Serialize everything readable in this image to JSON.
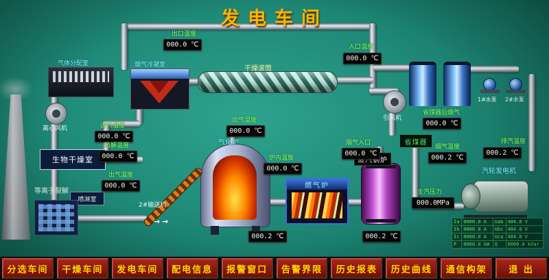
{
  "title": "发电车间",
  "nav": {
    "items": [
      "分选车间",
      "干燥车间",
      "发电车间",
      "配电信息",
      "报警窗口",
      "告警界限",
      "历史报表",
      "历史曲线",
      "通信构架",
      "退 出"
    ]
  },
  "equipment": {
    "gas_distribution": "气体分配室",
    "condenser": "烟气冷凝室",
    "drum": "干燥滚筒",
    "centrifugal_fan": "离心风机",
    "bio_room": "生物干燥室",
    "plasma": "等离子裂解",
    "spray_room": "喷淋室",
    "gasifier": "气化炉",
    "gas_furnace": "燃气炉",
    "conveyor": "2#输送机",
    "steam_boiler": "蒸汽锅炉",
    "economizer": "省煤器",
    "induced_fan": "引风机",
    "turbine": "汽轮发电机",
    "pump1": "1#水泵",
    "pump2": "2#水泵"
  },
  "readouts": {
    "outlet_temp": {
      "label": "出口温度",
      "value": "000.0 ℃"
    },
    "inlet_temp": {
      "label": "入口温度",
      "value": "000.0 ℃"
    },
    "intake_temp": {
      "label": "进气温度",
      "value": "000.0 ℃"
    },
    "pyrolysis_temp": {
      "label": "热解温度",
      "value": "000.0 ℃"
    },
    "outgas_left": {
      "label": "出气温度",
      "value": "000.0 ℃"
    },
    "outgas_center": {
      "label": "出气温度",
      "value": "000.0 ℃"
    },
    "furnace_inner": {
      "label": "炉内温度",
      "value": "000.0 ℃"
    },
    "gasifier_bottom": {
      "label": "",
      "value": "000.2 ℃"
    },
    "fluegas_inlet": {
      "label": "烟气入口",
      "value": "000.0 ℃"
    },
    "after_economizer": {
      "label": "省煤器后烟气",
      "value": "000.0 ℃"
    },
    "fluegas_temp": {
      "label": "烟气温度",
      "value": "000.2 ℃"
    },
    "boiler_bottom": {
      "label": "",
      "value": "000.2 ℃"
    },
    "main_steam_pressure": {
      "label": "主汽压力",
      "value": "000.0MPa"
    },
    "exhaust_temp": {
      "label": "排汽温度",
      "value": "000.2 ℃"
    }
  },
  "generator_table": {
    "rows": [
      [
        "Ia",
        "0000.0 A",
        "Uab",
        "404.8 V"
      ],
      [
        "Ib",
        "0000.0 A",
        "Ubc",
        "404.8 V"
      ],
      [
        "Ic",
        "0000.0 A",
        "Uca",
        "404.8 V"
      ],
      [
        "P",
        "0000.0 kW",
        "Q",
        "0000.0 kVar"
      ]
    ]
  },
  "flow_arrow": "→"
}
